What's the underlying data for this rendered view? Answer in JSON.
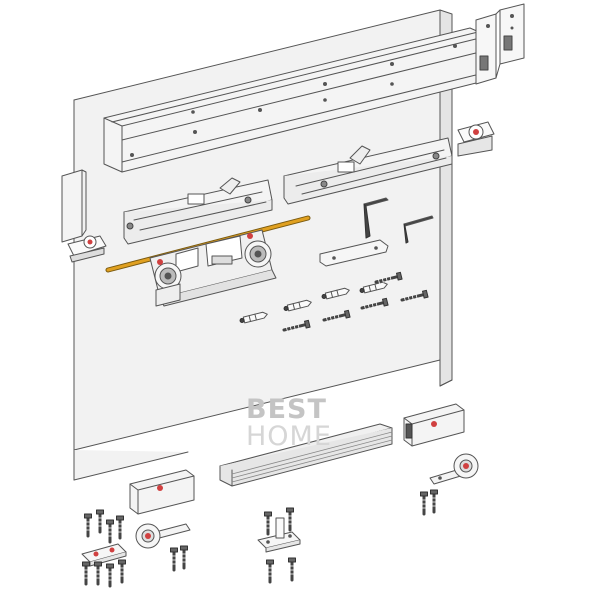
{
  "watermark": {
    "line1": "BEST",
    "line2": "HOME"
  },
  "colors": {
    "outline": "#555555",
    "panel": "#f2f2f2",
    "panel_side": "#e4e4e4",
    "rail": "#f4f4f4",
    "rod": "#e0a020",
    "accent_red": "#d04040",
    "watermark": "#c4c4c4"
  },
  "parts": [
    "door-panel",
    "top-rail",
    "wall-bracket",
    "left-soft-close-damper",
    "right-soft-close-damper",
    "roller-carriage",
    "connecting-rod",
    "hex-key-large",
    "hex-key-small",
    "stopper-plate",
    "screw-set",
    "bottom-guide-profile",
    "floor-guide-left",
    "floor-guide-center",
    "floor-guide-right",
    "end-cap",
    "stopper-block"
  ]
}
